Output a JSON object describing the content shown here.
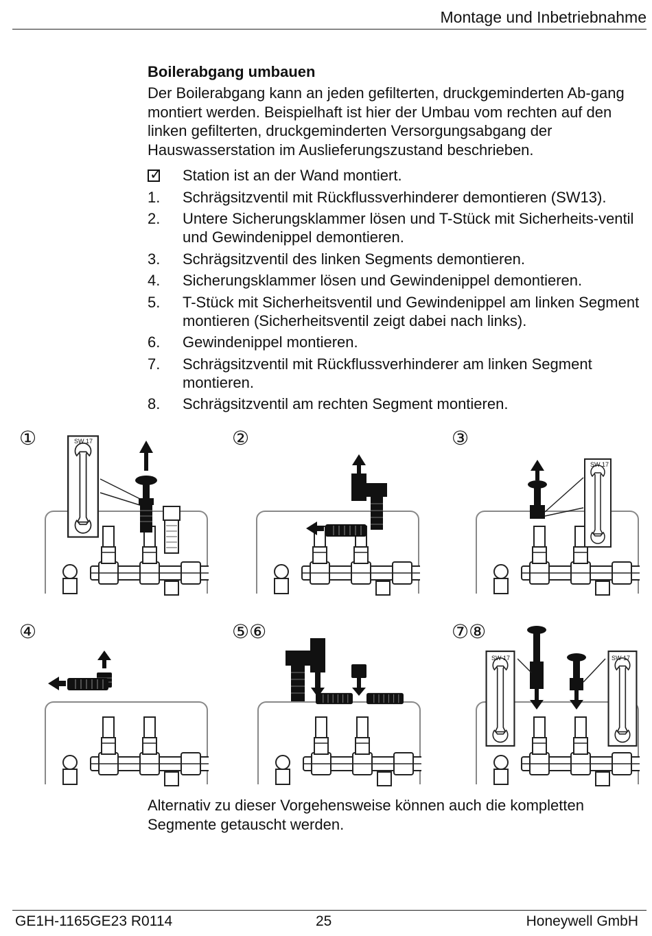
{
  "header": {
    "title": "Montage und Inbetriebnahme"
  },
  "section": {
    "title": "Boilerabgang umbauen",
    "intro": "Der Boilerabgang kann an jeden gefilterten, druckgeminderten Ab-gang montiert werden. Beispielhaft ist hier der Umbau vom rechten auf den linken gefilterten, druckgeminderten Versorgungsabgang der Hauswasserstation im Auslieferungszustand beschrieben.",
    "precondition": "Station ist an der Wand montiert.",
    "steps": [
      {
        "num": "1.",
        "text": "Schrägsitzventil mit Rückflussverhinderer demontieren (SW13)."
      },
      {
        "num": "2.",
        "text": "Untere Sicherungsklammer lösen und T-Stück mit Sicherheits-ventil und Gewindenippel demontieren."
      },
      {
        "num": "3.",
        "text": "Schrägsitzventil des linken Segments demontieren."
      },
      {
        "num": "4.",
        "text": "Sicherungsklammer lösen und Gewindenippel demontieren."
      },
      {
        "num": "5.",
        "text": "T-Stück mit Sicherheitsventil und Gewindenippel am linken Segment montieren (Sicherheitsventil zeigt dabei nach links)."
      },
      {
        "num": "6.",
        "text": "Gewindenippel montieren."
      },
      {
        "num": "7.",
        "text": "Schrägsitzventil mit Rückflussverhinderer am linken Segment montieren."
      },
      {
        "num": "8.",
        "text": "Schrägsitzventil am rechten Segment montieren."
      }
    ]
  },
  "figures": [
    {
      "label": "①",
      "wrench": [
        "SW 17"
      ]
    },
    {
      "label": "②",
      "wrench": []
    },
    {
      "label": "③",
      "wrench": [
        "SW 17"
      ]
    },
    {
      "label": "④",
      "wrench": []
    },
    {
      "label": "⑤⑥",
      "wrench": []
    },
    {
      "label": "⑦⑧",
      "wrench": [
        "SW 17",
        "SW 17"
      ]
    }
  ],
  "closing": "Alternativ zu dieser Vorgehensweise können auch die kompletten Segmente getauscht werden.",
  "footer": {
    "doc_id": "GE1H-1165GE23 R0114",
    "page": "25",
    "company": "Honeywell GmbH"
  }
}
